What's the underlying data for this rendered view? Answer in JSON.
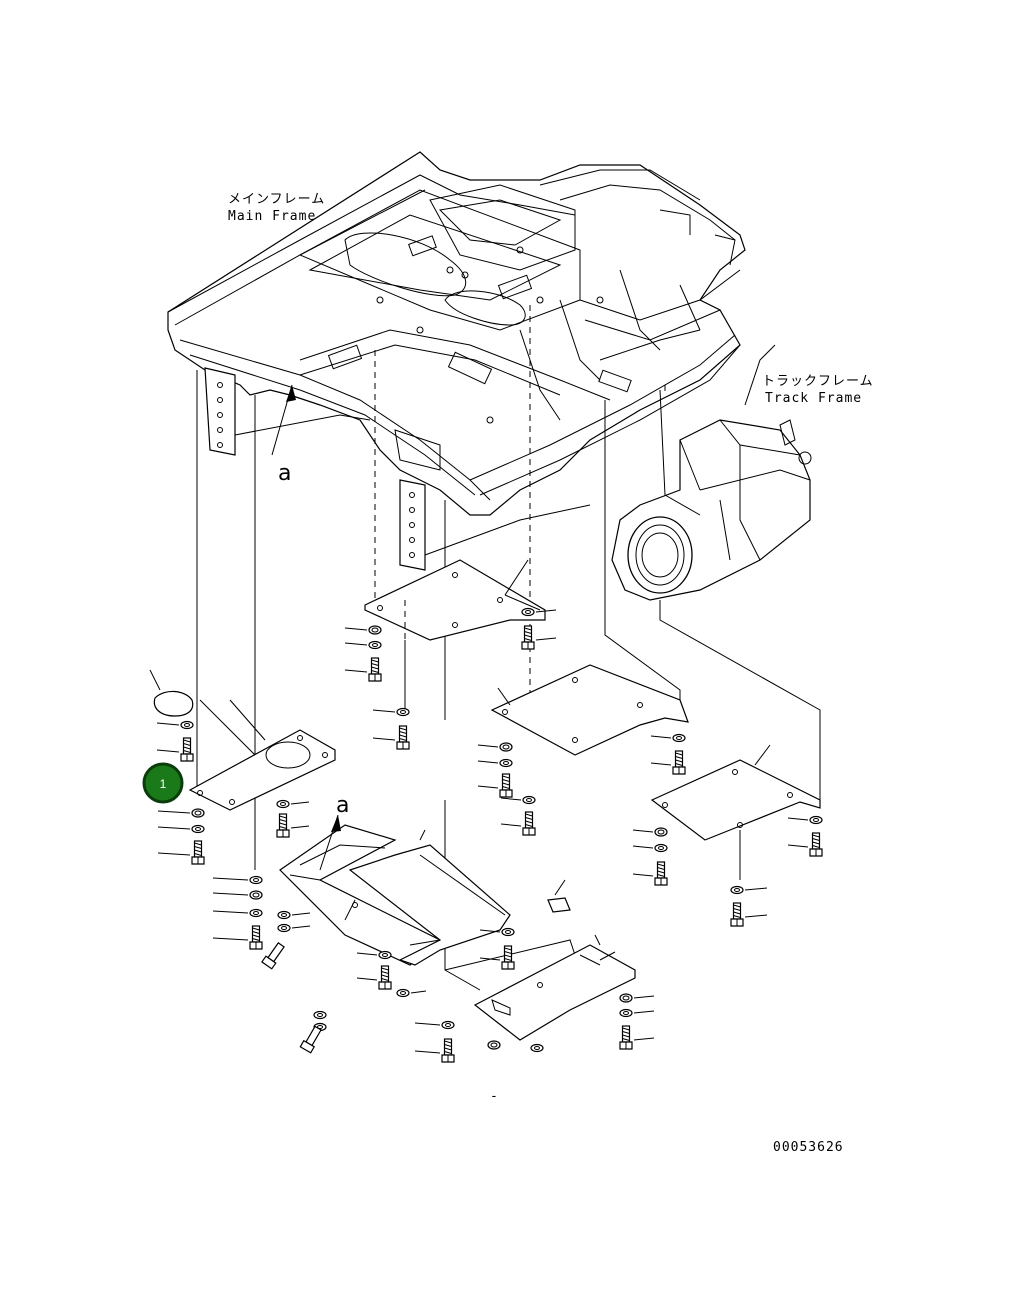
{
  "labels": {
    "main_frame_jp": "メインフレーム",
    "main_frame_en": "Main Frame",
    "track_frame_jp": "トラックフレーム",
    "track_frame_en": "Track Frame",
    "view_a_1": "a",
    "view_a_2": "a",
    "drawing_number": "00053626"
  },
  "callout": {
    "number": "1",
    "color": "#1a7a1a",
    "border_color": "#0b3d0b"
  }
}
